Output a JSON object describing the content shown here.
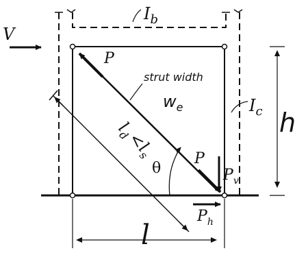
{
  "labels": {
    "V": "V",
    "Ib": "I",
    "Ib_sub": "b",
    "P_top": "P",
    "strut_width": "strut width",
    "we": "w",
    "we_sub": "e",
    "Ic": "I",
    "Ic_sub": "c",
    "h": "h",
    "ld": "l",
    "ld_sub": "d",
    "lt": "<l",
    "ls_sub": "s",
    "theta": "θ",
    "P_bottom": "P",
    "Pv": "P",
    "Pv_sub": "v",
    "Ph": "P",
    "Ph_sub": "h",
    "l": "l"
  },
  "colors": {
    "ink": "#111111",
    "background": "#ffffff"
  }
}
